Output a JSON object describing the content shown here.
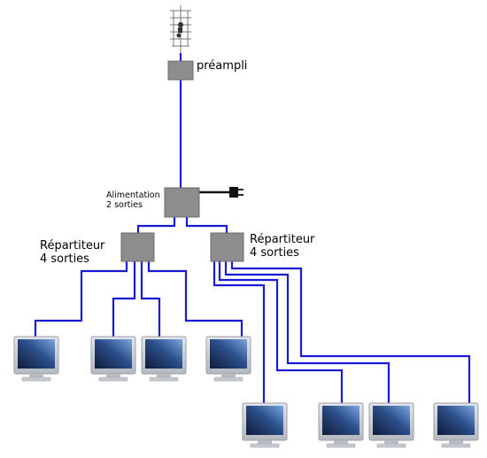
{
  "labels": {
    "preampli": "préampli",
    "alimentation": "Alimentation\n2 sorties",
    "repartiteur_left": "Répartiteur\n 4 sorties",
    "repartiteur_right": "Répartiteur\n 4 sorties"
  },
  "colors": {
    "cable": "#1a1ad6",
    "box": "#8d8d8d",
    "box_border": "#6b6b6b",
    "power_cable": "#111111",
    "monitor_frame": "#c9ccd2",
    "monitor_screen_dark": "#0f1c3a",
    "monitor_screen_light": "#5f8fd0"
  },
  "icons": {
    "antenna": "antenna-icon",
    "power_plug": "power-plug-icon",
    "monitor": "monitor-icon"
  }
}
